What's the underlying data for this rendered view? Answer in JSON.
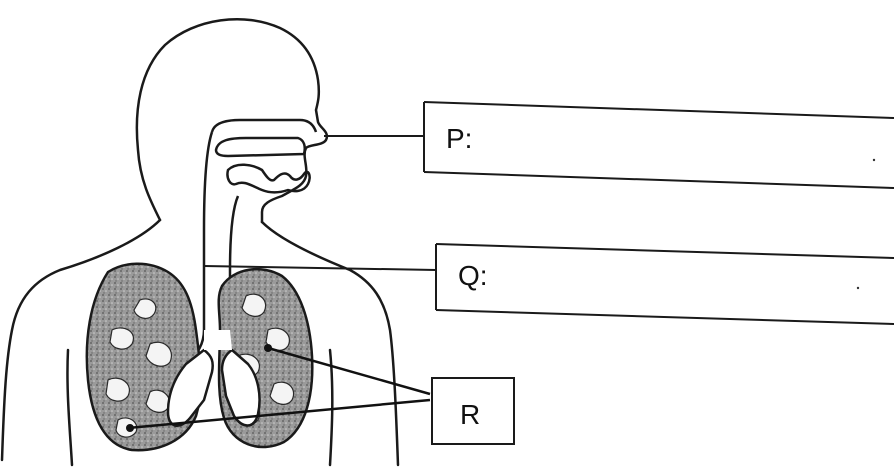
{
  "diagram": {
    "labels": {
      "p": "P:",
      "q": "Q:",
      "r": "R"
    },
    "colors": {
      "ink": "#1a1a1a",
      "lung_fill": "#8c8c8c",
      "background": "#ffffff"
    }
  }
}
